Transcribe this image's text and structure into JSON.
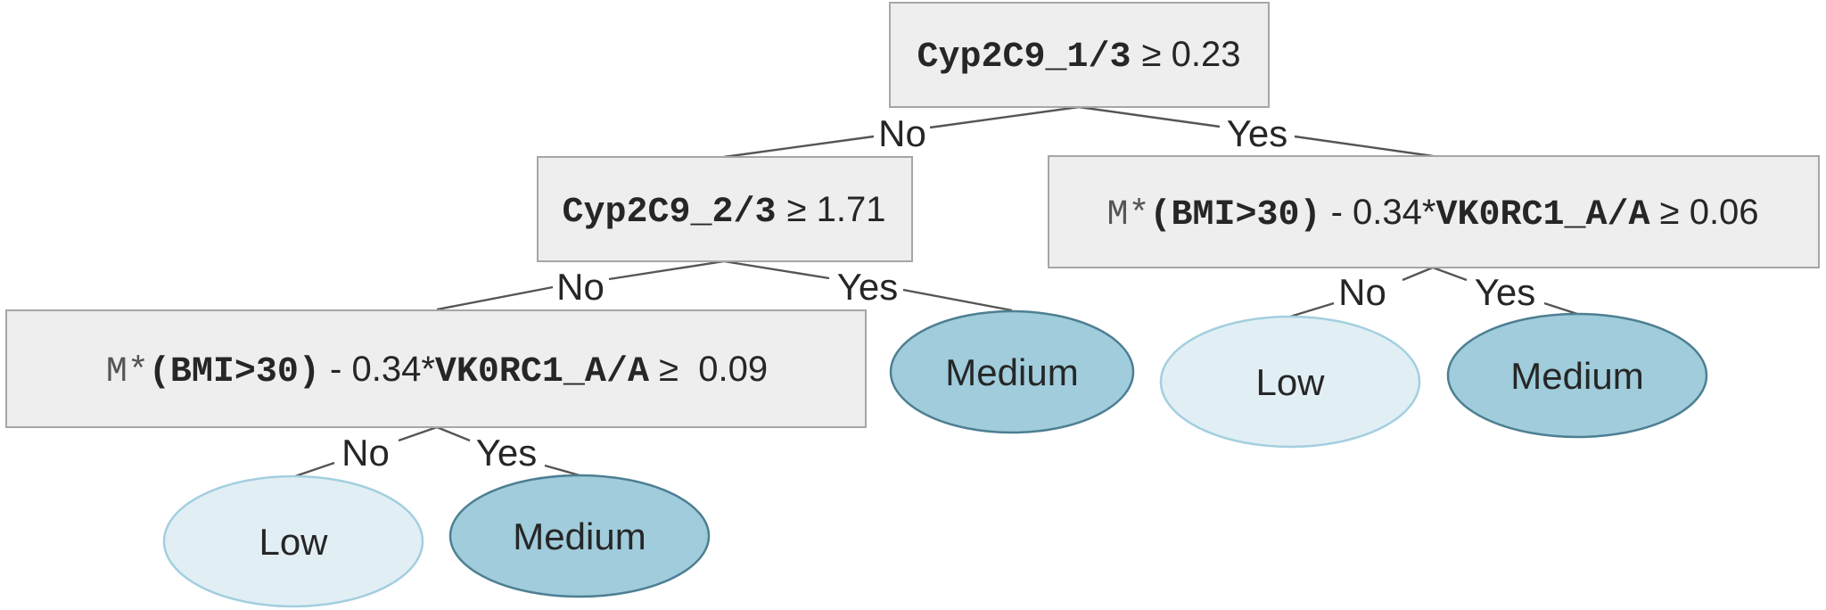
{
  "tree": {
    "root": {
      "feature": "Cyp2C9_1/3",
      "condition": "≥ 0.23",
      "no_label": "No",
      "yes_label": "Yes"
    },
    "left": {
      "feature": "Cyp2C9_2/3",
      "condition": "≥ 1.71",
      "no_label": "No",
      "yes_label": "Yes"
    },
    "right": {
      "prefix": "M*",
      "term1": "(BMI>30)",
      "op": " - 0.34*",
      "term2": "VK0RC1_A/A",
      "condition": " ≥ 0.06",
      "no_label": "No",
      "yes_label": "Yes"
    },
    "left_left": {
      "prefix": "M*",
      "term1": "(BMI>30)",
      "op": " - 0.34*",
      "term2": "VK0RC1_A/A",
      "condition": " ≥  0.09",
      "no_label": "No",
      "yes_label": "Yes"
    },
    "leaves": {
      "ll_no": "Low",
      "ll_yes": "Medium",
      "l_yes": "Medium",
      "r_no": "Low",
      "r_yes": "Medium"
    }
  },
  "colors": {
    "box_fill": "#eeeeee",
    "low_fill": "#e1eff5",
    "medium_fill": "#a0ccdb"
  }
}
